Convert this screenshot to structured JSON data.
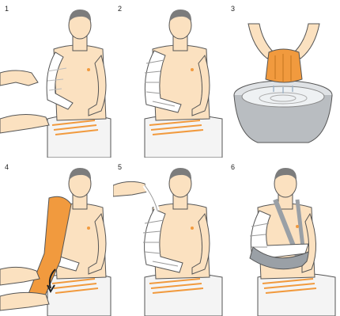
{
  "panels": [
    {
      "label": "1"
    },
    {
      "label": "2"
    },
    {
      "label": "3"
    },
    {
      "label": "4"
    },
    {
      "label": "5"
    },
    {
      "label": "6"
    }
  ],
  "colors": {
    "skin": "#fbe1c0",
    "skin_line": "#555555",
    "hair": "#7c7c7c",
    "plaster": "#f19a3e",
    "bandage": "#ffffff",
    "sling": "#9aa0a6",
    "stripe": "#f19a3e",
    "basin": "#b9bdc1"
  }
}
